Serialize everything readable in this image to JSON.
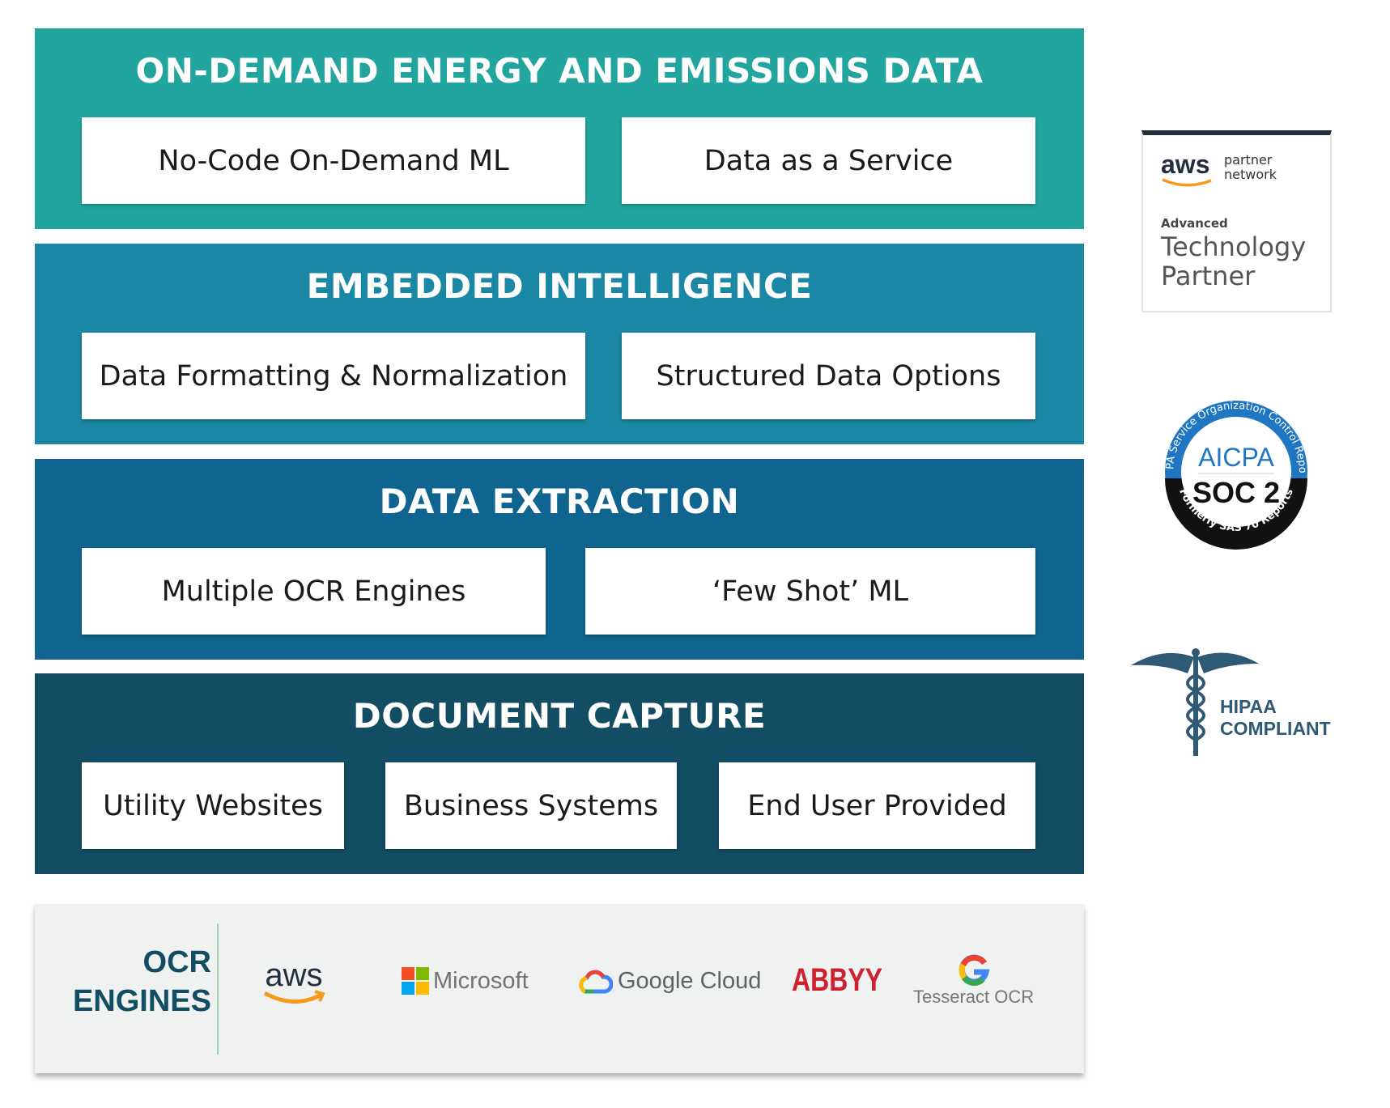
{
  "layers": [
    {
      "title": "ON-DEMAND ENERGY AND EMISSIONS DATA",
      "items": [
        "No-Code On-Demand ML",
        "Data as a Service"
      ]
    },
    {
      "title": "EMBEDDED INTELLIGENCE",
      "items": [
        "Data Formatting & Normalization",
        "Structured Data Options"
      ]
    },
    {
      "title": "DATA EXTRACTION",
      "items": [
        "Multiple OCR Engines",
        "‘Few Shot’ ML"
      ]
    },
    {
      "title": "DOCUMENT CAPTURE",
      "items": [
        "Utility Websites",
        "Business Systems",
        "End User Provided"
      ]
    }
  ],
  "ocr": {
    "label_line1": "OCR",
    "label_line2": "ENGINES",
    "engines": [
      "aws",
      "Microsoft",
      "Google Cloud",
      "ABBYY",
      "Tesseract OCR"
    ]
  },
  "badges": {
    "aws": {
      "logo": "aws",
      "line1": "partner",
      "line2": "network",
      "tier": "Advanced",
      "title1": "Technology",
      "title2": "Partner"
    },
    "soc": {
      "ring_top": "AICPA Service Organization Control Reports",
      "name": "AICPA",
      "title": "SOC 2",
      "ring_bottom": "Formerly SAS 70 Reports"
    },
    "hipaa": {
      "line1": "HIPAA",
      "line2": "COMPLIANT"
    }
  },
  "colors": {
    "layer1": "#22a59f",
    "layer2": "#1a87a5",
    "layer3": "#0f658f",
    "layer4": "#124d64"
  }
}
